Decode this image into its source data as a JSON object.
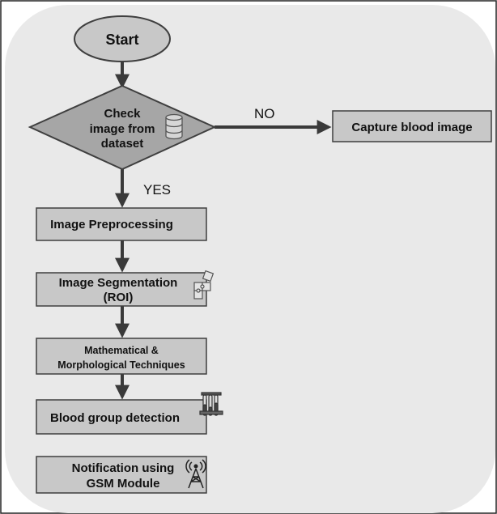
{
  "start": {
    "label": "Start"
  },
  "decision": {
    "line1": "Check",
    "line2": "image from",
    "line3": "dataset"
  },
  "edges": {
    "no_label": "NO",
    "yes_label": "YES"
  },
  "capture": {
    "label": "Capture blood image"
  },
  "preprocess": {
    "label": "Image Preprocessing"
  },
  "segmentation": {
    "line1": "Image Segmentation",
    "line2": "(ROI)"
  },
  "math": {
    "line1": "Mathematical &",
    "line2": "Morphological Techniques"
  },
  "detection": {
    "label": "Blood group detection"
  },
  "notification": {
    "line1": "Notification using",
    "line2": "GSM Module"
  },
  "colors": {
    "panel_fill": "#e9e9e9",
    "node_fill": "#c8c8c8",
    "decision_fill": "#a6a6a6",
    "stroke": "#3f3f3f",
    "arrow": "#3a3a3a"
  },
  "icons": [
    "database-icon",
    "puzzle-icon",
    "test-tubes-icon",
    "antenna-tower-icon"
  ]
}
